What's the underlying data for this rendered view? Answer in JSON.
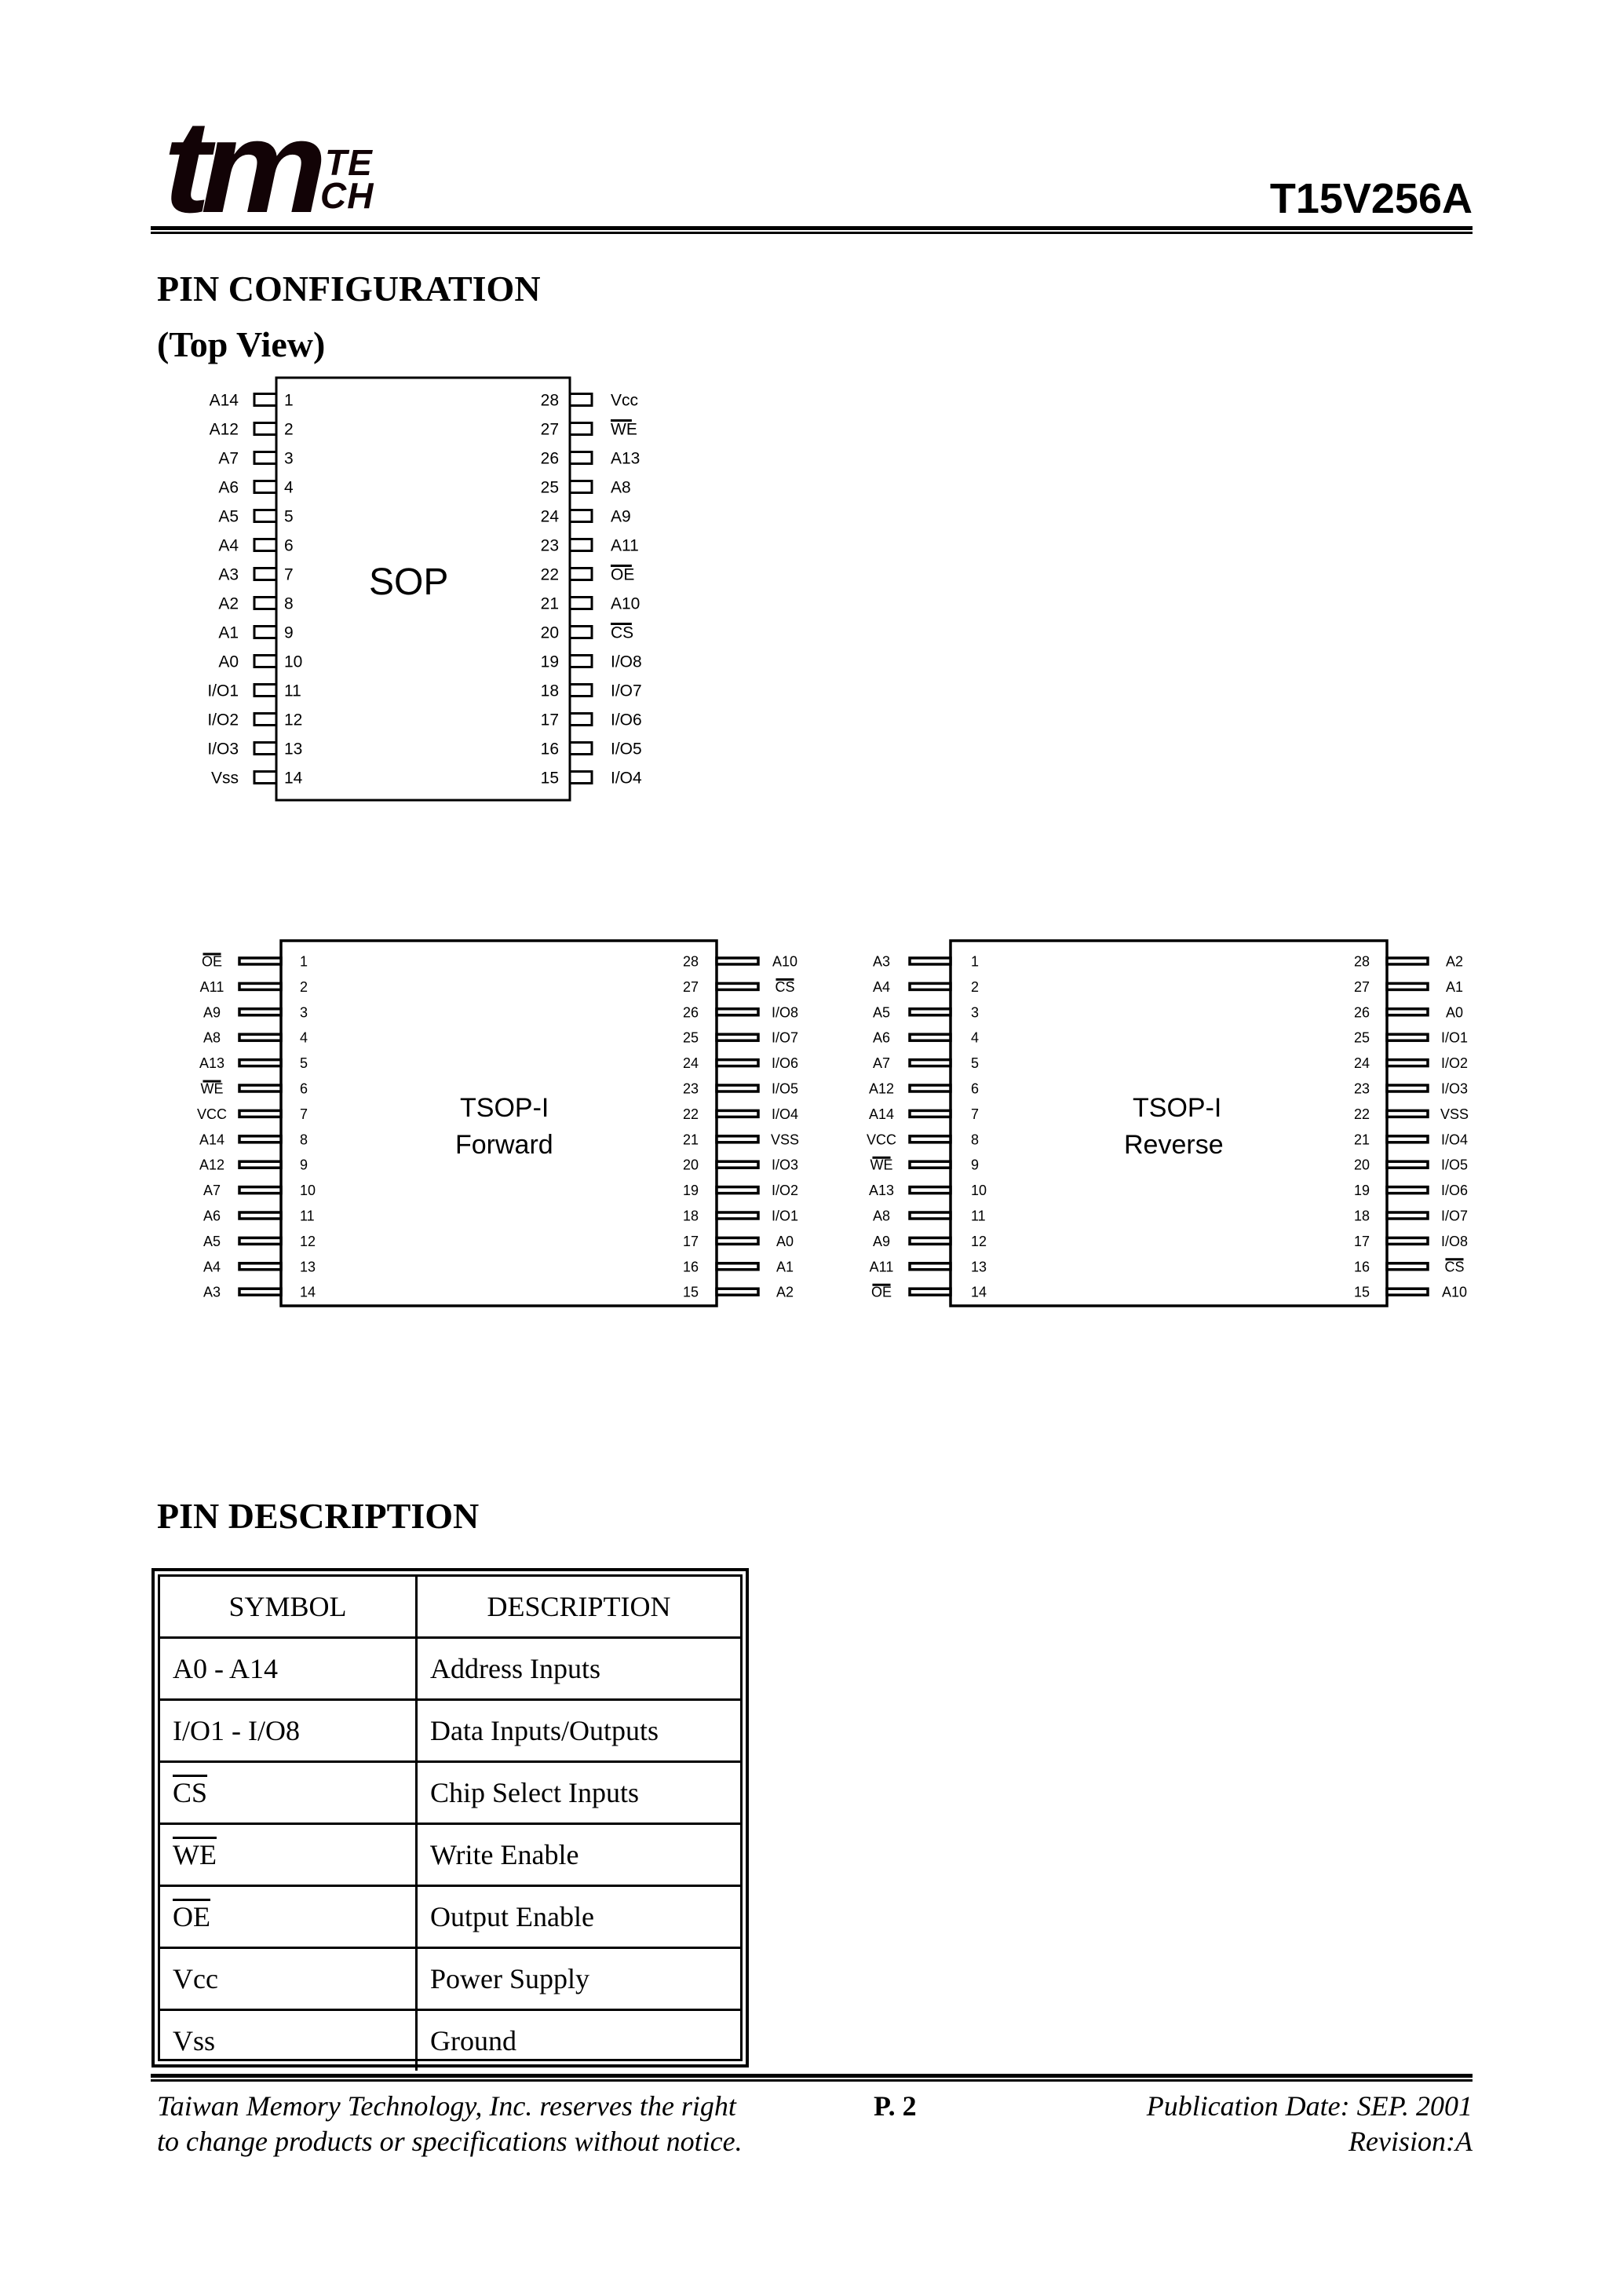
{
  "header": {
    "logo": {
      "main": "tm",
      "sup_top": "TE",
      "sup_bottom": "CH"
    },
    "part_number": "T15V256A"
  },
  "pin_configuration": {
    "title": "PIN CONFIGURATION",
    "subtitle": "(Top View)",
    "sop": {
      "label": "SOP",
      "left_pins": [
        {
          "num": "1",
          "name": "A14"
        },
        {
          "num": "2",
          "name": "A12"
        },
        {
          "num": "3",
          "name": "A7"
        },
        {
          "num": "4",
          "name": "A6"
        },
        {
          "num": "5",
          "name": "A5"
        },
        {
          "num": "6",
          "name": "A4"
        },
        {
          "num": "7",
          "name": "A3"
        },
        {
          "num": "8",
          "name": "A2"
        },
        {
          "num": "9",
          "name": "A1"
        },
        {
          "num": "10",
          "name": "A0"
        },
        {
          "num": "11",
          "name": "I/O1"
        },
        {
          "num": "12",
          "name": "I/O2"
        },
        {
          "num": "13",
          "name": "I/O3"
        },
        {
          "num": "14",
          "name": "Vss"
        }
      ],
      "right_pins": [
        {
          "num": "28",
          "name": "Vcc"
        },
        {
          "num": "27",
          "name": "WE",
          "overline": true
        },
        {
          "num": "26",
          "name": "A13"
        },
        {
          "num": "25",
          "name": "A8"
        },
        {
          "num": "24",
          "name": "A9"
        },
        {
          "num": "23",
          "name": "A11"
        },
        {
          "num": "22",
          "name": "OE",
          "overline": true
        },
        {
          "num": "21",
          "name": "A10"
        },
        {
          "num": "20",
          "name": "CS",
          "overline": true
        },
        {
          "num": "19",
          "name": "I/O8"
        },
        {
          "num": "18",
          "name": "I/O7"
        },
        {
          "num": "17",
          "name": "I/O6"
        },
        {
          "num": "16",
          "name": "I/O5"
        },
        {
          "num": "15",
          "name": "I/O4"
        }
      ]
    },
    "tsop_forward": {
      "label_line1": "TSOP-I",
      "label_line2": "Forward",
      "left_pins": [
        {
          "num": "1",
          "name": "OE",
          "overline": true
        },
        {
          "num": "2",
          "name": "A11"
        },
        {
          "num": "3",
          "name": "A9"
        },
        {
          "num": "4",
          "name": "A8"
        },
        {
          "num": "5",
          "name": "A13"
        },
        {
          "num": "6",
          "name": "WE",
          "overline": true
        },
        {
          "num": "7",
          "name": "VCC"
        },
        {
          "num": "8",
          "name": "A14"
        },
        {
          "num": "9",
          "name": "A12"
        },
        {
          "num": "10",
          "name": "A7"
        },
        {
          "num": "11",
          "name": "A6"
        },
        {
          "num": "12",
          "name": "A5"
        },
        {
          "num": "13",
          "name": "A4"
        },
        {
          "num": "14",
          "name": "A3"
        }
      ],
      "right_pins": [
        {
          "num": "28",
          "name": "A10"
        },
        {
          "num": "27",
          "name": "CS",
          "overline": true
        },
        {
          "num": "26",
          "name": "I/O8"
        },
        {
          "num": "25",
          "name": "I/O7"
        },
        {
          "num": "24",
          "name": "I/O6"
        },
        {
          "num": "23",
          "name": "I/O5"
        },
        {
          "num": "22",
          "name": "I/O4"
        },
        {
          "num": "21",
          "name": "VSS"
        },
        {
          "num": "20",
          "name": "I/O3"
        },
        {
          "num": "19",
          "name": "I/O2"
        },
        {
          "num": "18",
          "name": "I/O1"
        },
        {
          "num": "17",
          "name": "A0"
        },
        {
          "num": "16",
          "name": "A1"
        },
        {
          "num": "15",
          "name": "A2"
        }
      ]
    },
    "tsop_reverse": {
      "label_line1": "TSOP-I",
      "label_line2": "Reverse",
      "left_pins": [
        {
          "num": "1",
          "name": "A3"
        },
        {
          "num": "2",
          "name": "A4"
        },
        {
          "num": "3",
          "name": "A5"
        },
        {
          "num": "4",
          "name": "A6"
        },
        {
          "num": "5",
          "name": "A7"
        },
        {
          "num": "6",
          "name": "A12"
        },
        {
          "num": "7",
          "name": "A14"
        },
        {
          "num": "8",
          "name": "VCC"
        },
        {
          "num": "9",
          "name": "WE",
          "overline": true
        },
        {
          "num": "10",
          "name": "A13"
        },
        {
          "num": "11",
          "name": "A8"
        },
        {
          "num": "12",
          "name": "A9"
        },
        {
          "num": "13",
          "name": "A11"
        },
        {
          "num": "14",
          "name": "OE",
          "overline": true
        }
      ],
      "right_pins": [
        {
          "num": "28",
          "name": "A2"
        },
        {
          "num": "27",
          "name": "A1"
        },
        {
          "num": "26",
          "name": "A0"
        },
        {
          "num": "25",
          "name": "I/O1"
        },
        {
          "num": "24",
          "name": "I/O2"
        },
        {
          "num": "23",
          "name": "I/O3"
        },
        {
          "num": "22",
          "name": "VSS"
        },
        {
          "num": "21",
          "name": "I/O4"
        },
        {
          "num": "20",
          "name": "I/O5"
        },
        {
          "num": "19",
          "name": "I/O6"
        },
        {
          "num": "18",
          "name": "I/O7"
        },
        {
          "num": "17",
          "name": "I/O8"
        },
        {
          "num": "16",
          "name": "CS",
          "overline": true
        },
        {
          "num": "15",
          "name": "A10"
        }
      ]
    }
  },
  "pin_description": {
    "title": "PIN DESCRIPTION",
    "columns": [
      "SYMBOL",
      "DESCRIPTION"
    ],
    "rows": [
      {
        "symbol": "A0 - A14",
        "description": "Address Inputs",
        "overline": false
      },
      {
        "symbol": "I/O1 - I/O8",
        "description": "Data Inputs/Outputs",
        "overline": false
      },
      {
        "symbol": "CS",
        "description": "Chip Select Inputs",
        "overline": true
      },
      {
        "symbol": "WE",
        "description": "Write Enable",
        "overline": true
      },
      {
        "symbol": "OE",
        "description": "Output Enable",
        "overline": true
      },
      {
        "symbol": "Vcc",
        "description": "Power Supply",
        "overline": false
      },
      {
        "symbol": "Vss",
        "description": "Ground",
        "overline": false
      }
    ]
  },
  "footer": {
    "disclaimer_line1": "Taiwan Memory Technology, Inc. reserves the right",
    "disclaimer_line2": "to change products or specifications without notice.",
    "page": "P. 2",
    "publication_date": "Publication Date: SEP. 2001",
    "revision": "Revision:A"
  }
}
